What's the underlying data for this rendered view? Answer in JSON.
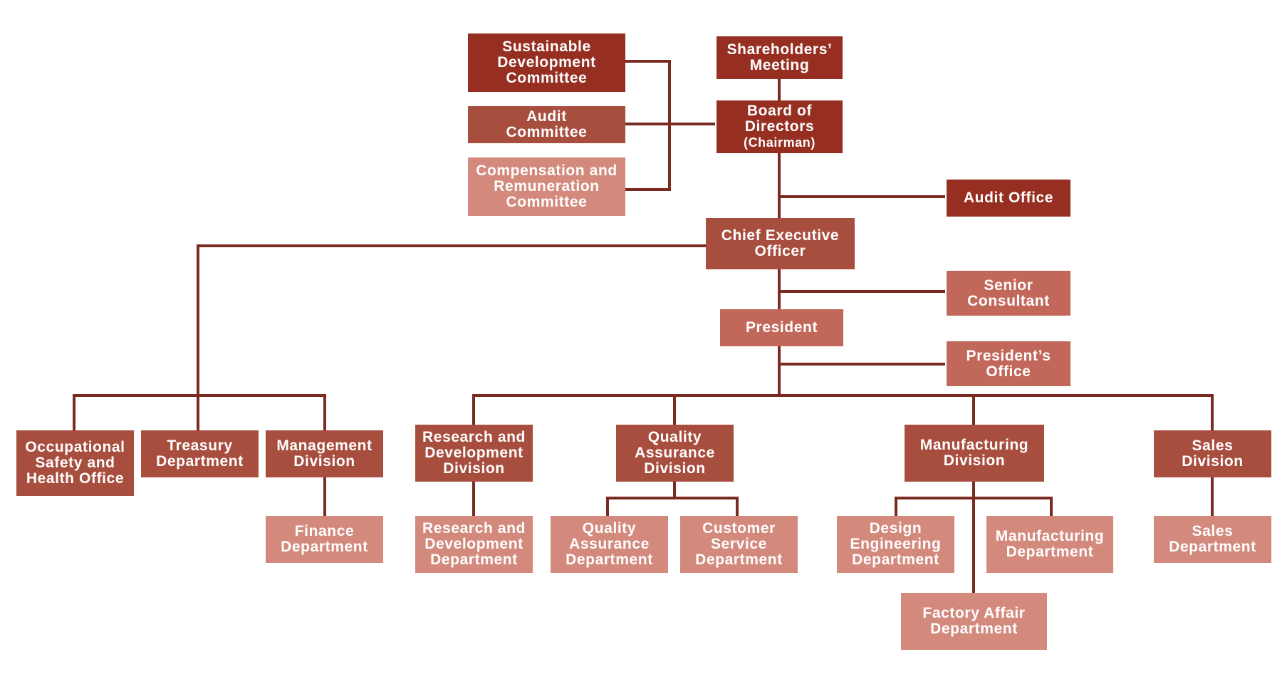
{
  "colors": {
    "line": "#7a2a20",
    "level_dark": "#962f22",
    "level_medium": "#a84e3f",
    "level_light": "#c2685a",
    "level_pale": "#d38a7d"
  },
  "governance": {
    "shareholders": "Shareholders’\nMeeting",
    "board": "Board of\nDirectors",
    "board_sub": "(Chairman)",
    "sustainable_committee": "Sustainable\nDevelopment\nCommittee",
    "audit_committee": "Audit\nCommittee",
    "compensation_committee": "Compensation and\nRemuneration\nCommittee",
    "audit_office": "Audit Office"
  },
  "executive": {
    "ceo": "Chief Executive\nOfficer",
    "senior_consultant": "Senior\nConsultant",
    "president": "President",
    "presidents_office": "President’s\nOffice"
  },
  "ceo_units": {
    "occupational_safety": "Occupational\nSafety and\nHealth Office",
    "treasury": "Treasury\nDepartment",
    "management_division": "Management\nDivision",
    "finance_department": "Finance\nDepartment"
  },
  "divisions": {
    "rnd_division": "Research and\nDevelopment\nDivision",
    "rnd_department": "Research and\nDevelopment\nDepartment",
    "qa_division": "Quality\nAssurance\nDivision",
    "qa_department": "Quality\nAssurance\nDepartment",
    "customer_service": "Customer\nService\nDepartment",
    "manufacturing_division": "Manufacturing\nDivision",
    "design_engineering": "Design\nEngineering\nDepartment",
    "manufacturing_department": "Manufacturing\nDepartment",
    "factory_affair": "Factory Affair\nDepartment",
    "sales_division": "Sales\nDivision",
    "sales_department": "Sales\nDepartment"
  }
}
